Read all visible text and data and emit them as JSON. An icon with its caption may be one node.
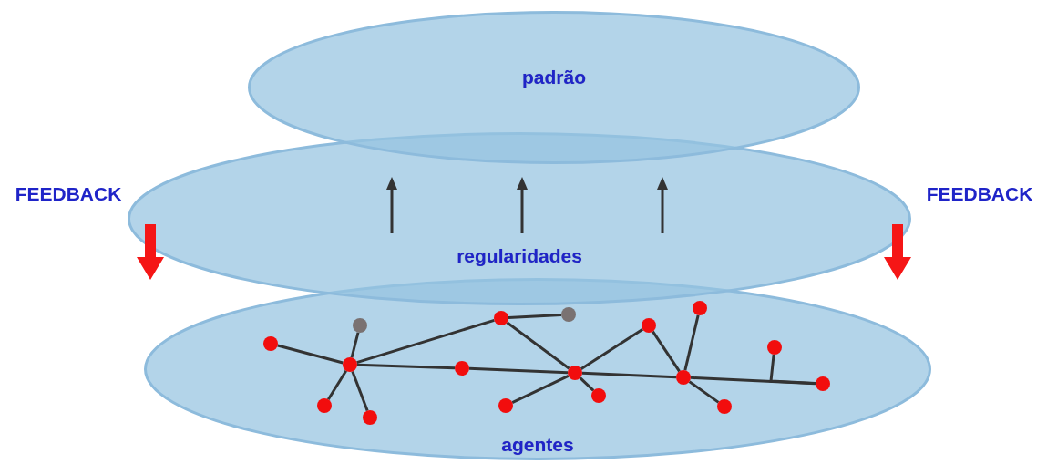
{
  "diagram": {
    "nodes": [
      {
        "text": [
          "padrão"
        ]
      },
      {
        "text": [
          "regularidades"
        ]
      },
      {
        "text": [
          "agentes"
        ]
      },
      {
        "text": [],
        "shape": "circle",
        "in": 2
      },
      {
        "text": [],
        "shape": "circle",
        "in": 2
      },
      {
        "text": [],
        "shape": "circle",
        "in": 2
      },
      {
        "text": [],
        "shape": "circle",
        "in": 2
      },
      {
        "text": [],
        "shape": "circle",
        "in": 2
      },
      {
        "text": [],
        "shape": "circle",
        "in": 2
      },
      {
        "text": [],
        "shape": "circle",
        "in": 2
      },
      {
        "text": [],
        "shape": "circle",
        "in": 2
      },
      {
        "text": [],
        "shape": "circle",
        "in": 2
      },
      {
        "text": [],
        "shape": "circle",
        "in": 2
      },
      {
        "text": [],
        "shape": "circle",
        "in": 2
      },
      {
        "text": [],
        "shape": "circle",
        "in": 2
      },
      {
        "text": [],
        "shape": "circle",
        "in": 2
      },
      {
        "text": [],
        "shape": "circle",
        "in": 2
      },
      {
        "text": [],
        "shape": "circle",
        "in": 2
      },
      {
        "text": [],
        "shape": "circle",
        "in": 2
      },
      {
        "text": [],
        "shape": "circle",
        "in": 2
      }
    ],
    "edges": [
      {
        "from": 3,
        "to": 5,
        "arrow": "none"
      },
      {
        "from": 4,
        "to": 5,
        "arrow": "none"
      },
      {
        "from": 5,
        "to": 6,
        "arrow": "none"
      },
      {
        "from": 5,
        "to": 7,
        "arrow": "none"
      },
      {
        "from": 5,
        "to": 8,
        "arrow": "none"
      },
      {
        "from": 8,
        "to": 9,
        "arrow": "none"
      },
      {
        "from": 5,
        "to": 10,
        "arrow": "none"
      },
      {
        "from": 10,
        "to": 11,
        "arrow": "none"
      },
      {
        "from": 8,
        "to": 11,
        "arrow": "none"
      },
      {
        "from": 11,
        "to": 12,
        "arrow": "none"
      },
      {
        "from": 11,
        "to": 13,
        "arrow": "none"
      },
      {
        "from": 11,
        "to": 14,
        "arrow": "none"
      },
      {
        "from": 14,
        "to": 16,
        "arrow": "none"
      },
      {
        "from": 15,
        "to": 16,
        "arrow": "none"
      },
      {
        "from": 11,
        "to": 16,
        "arrow": "none"
      },
      {
        "from": 16,
        "to": 17,
        "arrow": "none"
      },
      {
        "from": 16,
        "to": 19,
        "arrow": "none"
      },
      {
        "from": 18,
        "to": 19,
        "arrow": "none"
      }
    ],
    "labels": [
      "FEEDBACK",
      "FEEDBACK"
    ]
  }
}
